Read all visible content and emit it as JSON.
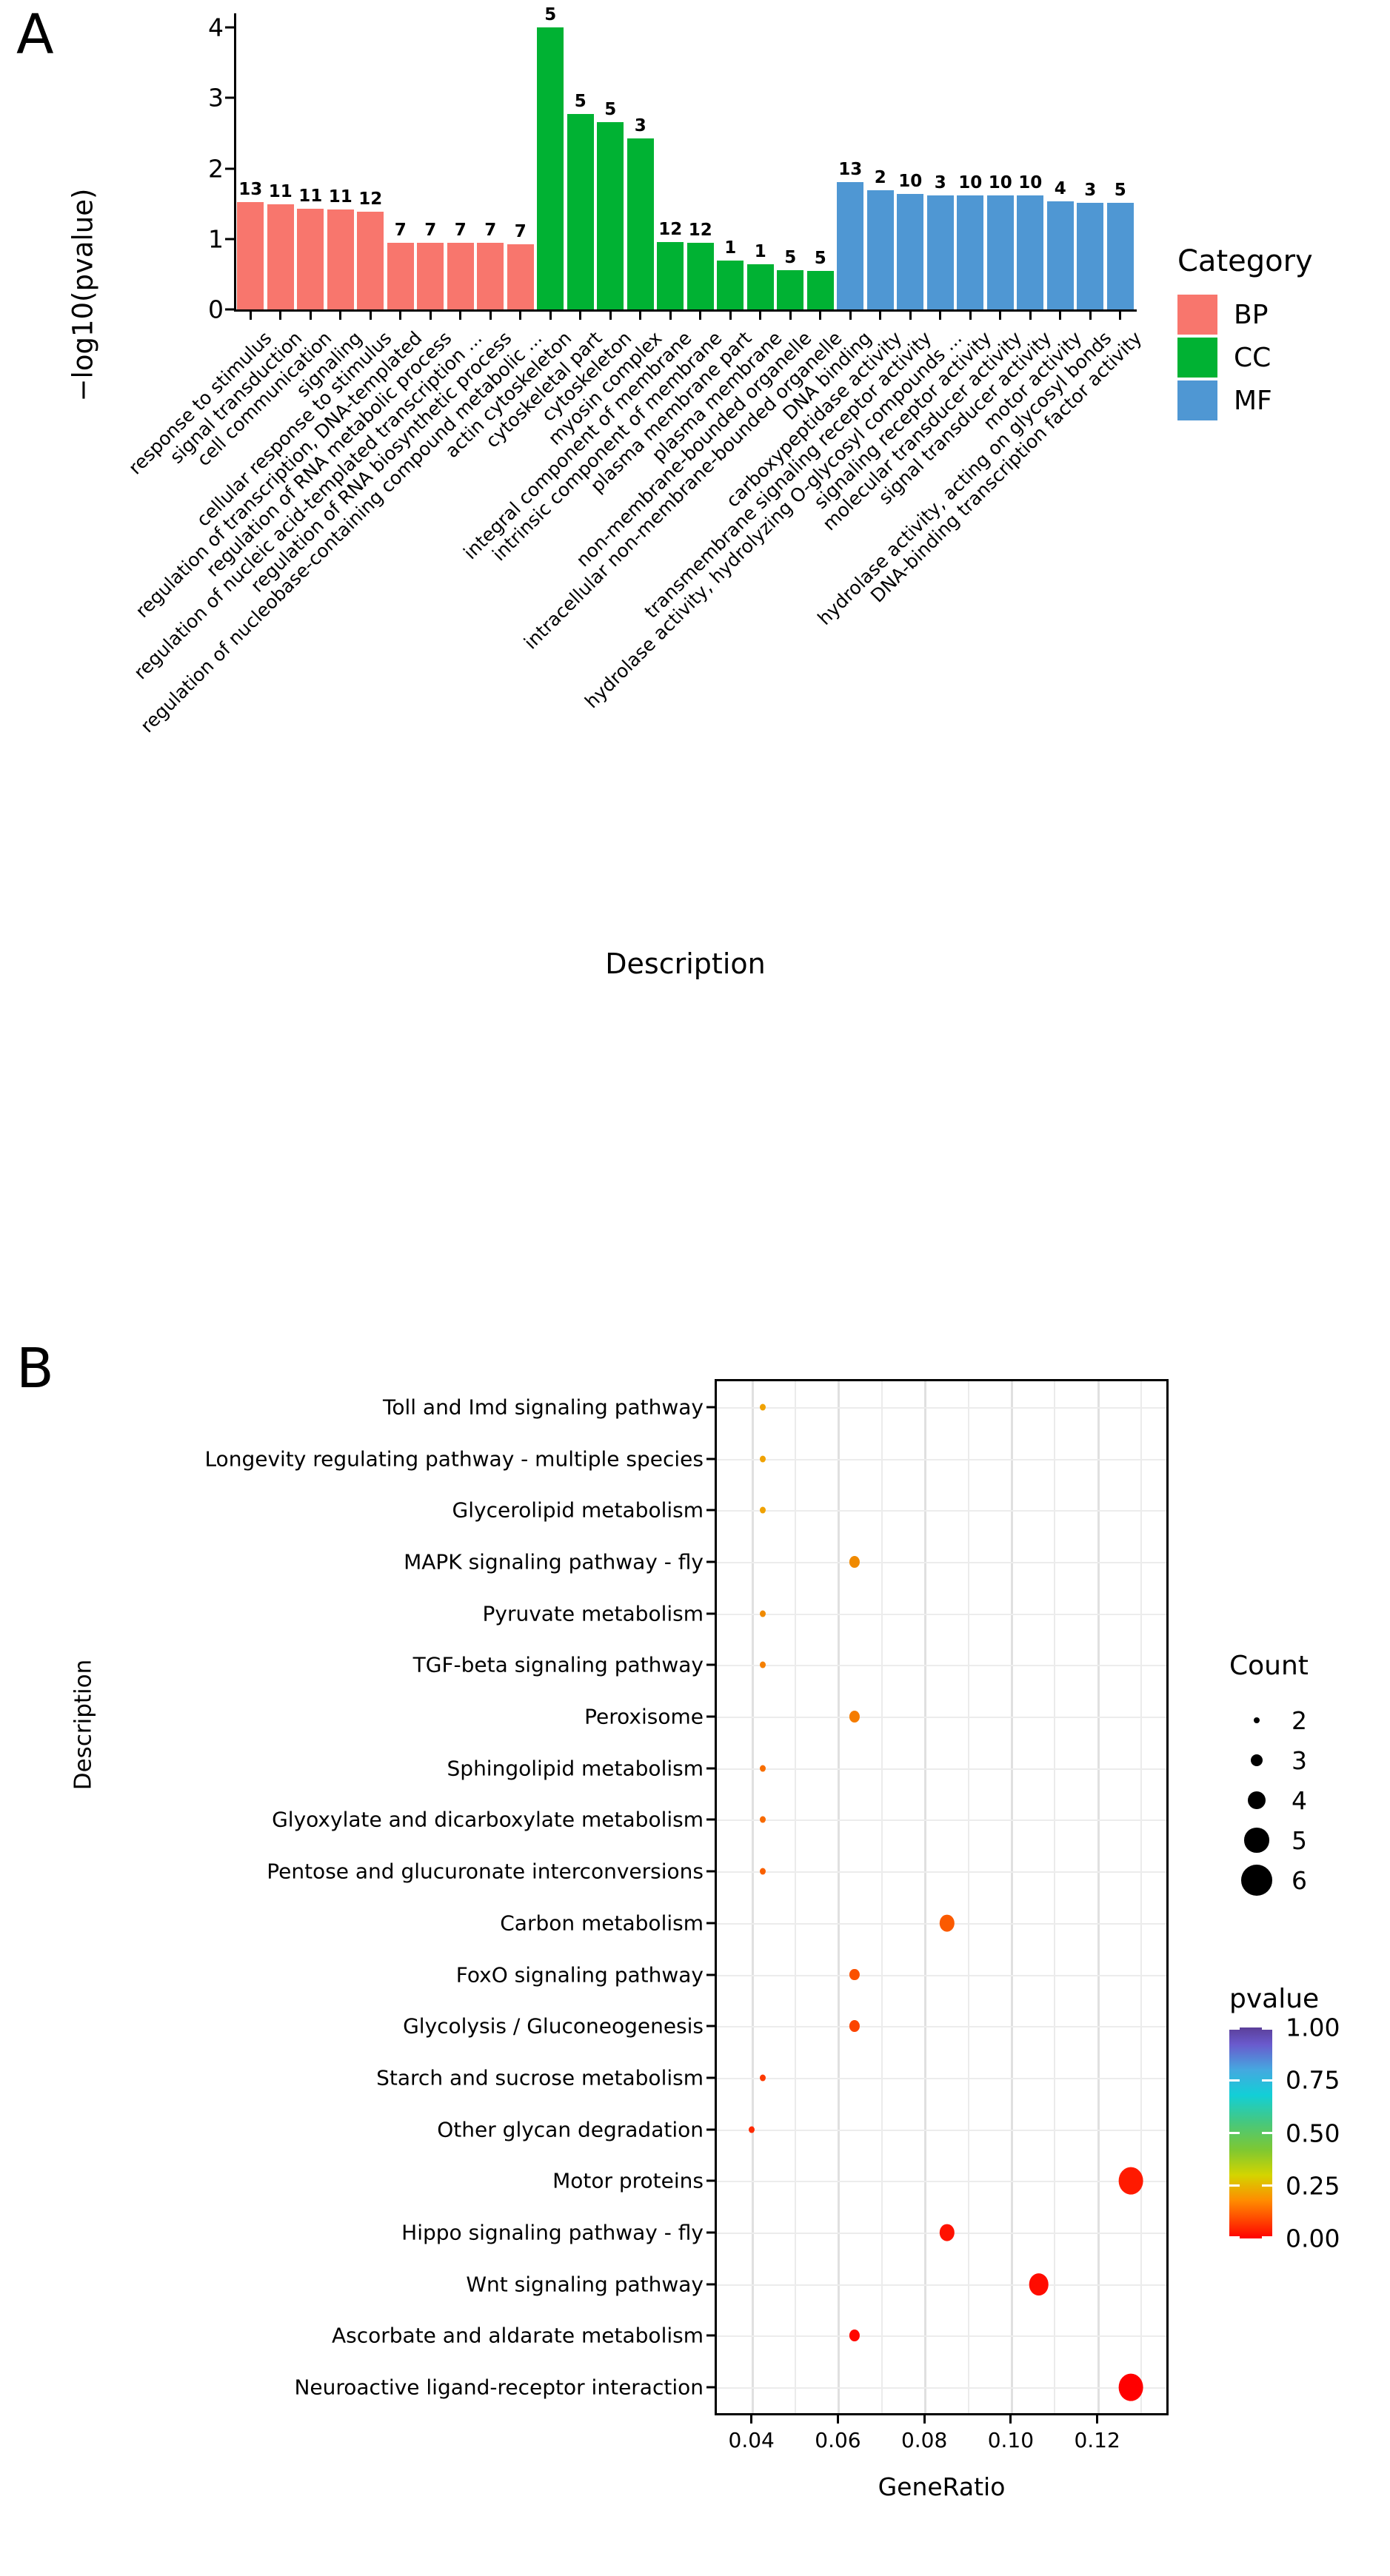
{
  "panels": {
    "a_letter": "A",
    "b_letter": "B"
  },
  "chart_data": [
    {
      "type": "bar",
      "panel": "A",
      "title": "",
      "xlabel": "Description",
      "ylabel": "−log10(pvalue)",
      "ylim": [
        0,
        4.2
      ],
      "yticks": [
        "0",
        "1",
        "2",
        "3",
        "4"
      ],
      "grid": false,
      "legend": {
        "title": "Category",
        "position": "right",
        "entries": [
          {
            "label": "BP",
            "color": "#F8766D"
          },
          {
            "label": "CC",
            "color": "#00B233"
          },
          {
            "label": "MF",
            "color": "#4F97D3"
          }
        ]
      },
      "categories": [
        "response to stimulus",
        "signal transduction",
        "cell communication",
        "signaling",
        "cellular response to stimulus",
        "regulation of transcription, DNA-templated",
        "regulation of RNA metabolic process",
        "regulation of nucleic acid-templated transcription ...",
        "regulation of RNA biosynthetic process",
        "regulation of nucleobase-containing compound metabolic ...",
        "actin cytoskeleton",
        "cytoskeletal part",
        "cytoskeleton",
        "myosin complex",
        "integral component of membrane",
        "intrinsic component of membrane",
        "plasma membrane part",
        "plasma membrane",
        "non-membrane-bounded organelle",
        "intracellular non-membrane-bounded organelle",
        "DNA binding",
        "carboxypeptidase activity",
        "transmembrane signaling receptor activity",
        "hydrolase activity, hydrolyzing O-glycosyl compounds ...",
        "signaling receptor activity",
        "molecular transducer activity",
        "signal transducer activity",
        "motor activity",
        "hydrolase activity, acting on glycosyl bonds",
        "DNA-binding transcription factor activity"
      ],
      "values": [
        1.52,
        1.49,
        1.43,
        1.42,
        1.39,
        0.95,
        0.95,
        0.95,
        0.95,
        0.92,
        4.0,
        2.77,
        2.66,
        2.43,
        0.96,
        0.95,
        0.69,
        0.64,
        0.56,
        0.55,
        1.81,
        1.69,
        1.64,
        1.62,
        1.62,
        1.62,
        1.62,
        1.53,
        1.51,
        1.51
      ],
      "count_labels": [
        "13",
        "11",
        "11",
        "11",
        "12",
        "7",
        "7",
        "7",
        "7",
        "7",
        "5",
        "5",
        "5",
        "3",
        "12",
        "12",
        "1",
        "1",
        "5",
        "5",
        "13",
        "2",
        "10",
        "3",
        "10",
        "10",
        "10",
        "4",
        "3",
        "5"
      ],
      "group": [
        "BP",
        "BP",
        "BP",
        "BP",
        "BP",
        "BP",
        "BP",
        "BP",
        "BP",
        "BP",
        "CC",
        "CC",
        "CC",
        "CC",
        "CC",
        "CC",
        "CC",
        "CC",
        "CC",
        "CC",
        "MF",
        "MF",
        "MF",
        "MF",
        "MF",
        "MF",
        "MF",
        "MF",
        "MF",
        "MF"
      ]
    },
    {
      "type": "scatter",
      "panel": "B",
      "title": "",
      "xlabel": "GeneRatio",
      "ylabel": "Description",
      "xlim": [
        0.032,
        0.136
      ],
      "xticks": [
        "0.04",
        "0.06",
        "0.08",
        "0.10",
        "0.12"
      ],
      "xtick_values": [
        0.04,
        0.06,
        0.08,
        0.1,
        0.12
      ],
      "grid": true,
      "size_legend": {
        "title": "Count",
        "entries": [
          "2",
          "3",
          "4",
          "5",
          "6"
        ]
      },
      "color_legend": {
        "title": "pvalue",
        "ticks": [
          "1.00",
          "0.75",
          "0.50",
          "0.25",
          "0.00"
        ],
        "range": [
          0.0,
          1.0
        ],
        "low_color": "#FF0000",
        "high_color": "#5B3F99"
      },
      "points": [
        {
          "label": "Toll and Imd signaling pathway",
          "x": 0.0426,
          "count": 2,
          "pvalue": 0.042,
          "color": "#F0A202"
        },
        {
          "label": "Longevity regulating pathway - multiple species",
          "x": 0.0426,
          "count": 2,
          "pvalue": 0.04,
          "color": "#F0A202"
        },
        {
          "label": "Glycerolipid metabolism",
          "x": 0.0426,
          "count": 2,
          "pvalue": 0.038,
          "color": "#F0A202"
        },
        {
          "label": "MAPK signaling pathway - fly",
          "x": 0.0639,
          "count": 3,
          "pvalue": 0.033,
          "color": "#F08A00"
        },
        {
          "label": "Pyruvate metabolism",
          "x": 0.0426,
          "count": 2,
          "pvalue": 0.031,
          "color": "#F08A00"
        },
        {
          "label": "TGF-beta signaling pathway",
          "x": 0.0426,
          "count": 2,
          "pvalue": 0.029,
          "color": "#F58000"
        },
        {
          "label": "Peroxisome",
          "x": 0.0639,
          "count": 3,
          "pvalue": 0.026,
          "color": "#F57C00"
        },
        {
          "label": "Sphingolipid metabolism",
          "x": 0.0426,
          "count": 2,
          "pvalue": 0.024,
          "color": "#F86E00"
        },
        {
          "label": "Glyoxylate and dicarboxylate metabolism",
          "x": 0.0426,
          "count": 2,
          "pvalue": 0.022,
          "color": "#F86A00"
        },
        {
          "label": "Pentose and glucuronate interconversions",
          "x": 0.0426,
          "count": 2,
          "pvalue": 0.02,
          "color": "#FA6000"
        },
        {
          "label": "Carbon metabolism",
          "x": 0.0852,
          "count": 4,
          "pvalue": 0.018,
          "color": "#FB5A00"
        },
        {
          "label": "FoxO signaling pathway",
          "x": 0.0639,
          "count": 3,
          "pvalue": 0.016,
          "color": "#FB5000"
        },
        {
          "label": "Glycolysis / Gluconeogenesis",
          "x": 0.0639,
          "count": 3,
          "pvalue": 0.014,
          "color": "#FC4400"
        },
        {
          "label": "Starch and sucrose metabolism",
          "x": 0.0426,
          "count": 2,
          "pvalue": 0.012,
          "color": "#FD3A00"
        },
        {
          "label": "Other glycan degradation",
          "x": 0.04,
          "count": 2,
          "pvalue": 0.01,
          "color": "#FE2A00"
        },
        {
          "label": "Motor proteins",
          "x": 0.1278,
          "count": 6,
          "pvalue": 0.006,
          "color": "#FF1A00"
        },
        {
          "label": "Hippo signaling pathway - fly",
          "x": 0.0852,
          "count": 4,
          "pvalue": 0.005,
          "color": "#FF1200"
        },
        {
          "label": "Wnt signaling pathway",
          "x": 0.1065,
          "count": 5,
          "pvalue": 0.004,
          "color": "#FF0C00"
        },
        {
          "label": "Ascorbate and aldarate metabolism",
          "x": 0.0639,
          "count": 3,
          "pvalue": 0.003,
          "color": "#FF0600"
        },
        {
          "label": "Neuroactive ligand-receptor interaction",
          "x": 0.1278,
          "count": 6,
          "pvalue": 0.001,
          "color": "#FF0000"
        }
      ]
    }
  ]
}
